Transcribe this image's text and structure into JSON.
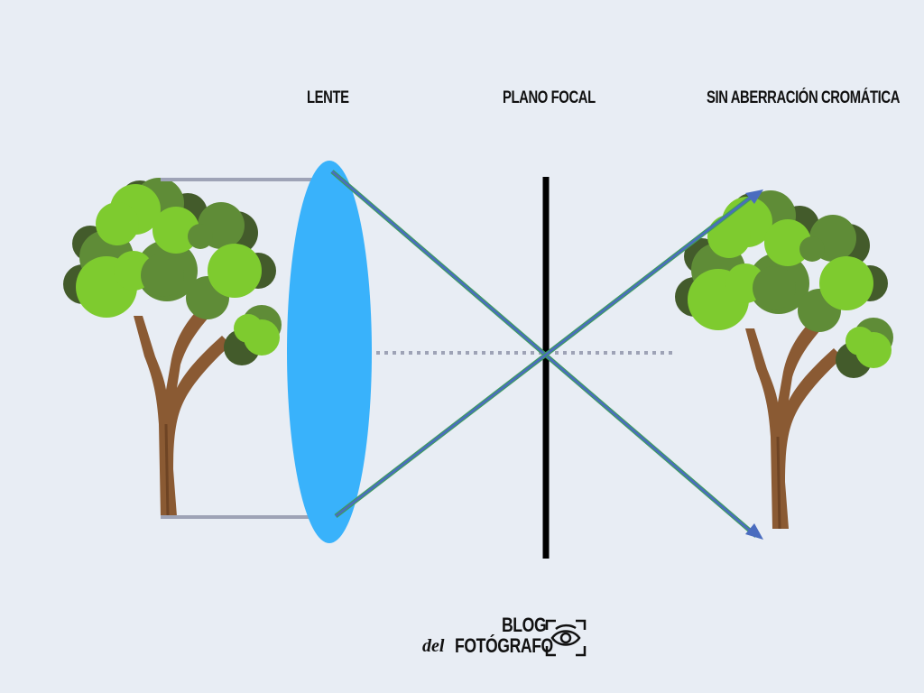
{
  "labels": {
    "lens": "LENTE",
    "focal_plane": "PLANO FOCAL",
    "result": "SIN ABERRACIÓN CROMÁTICA"
  },
  "logo": {
    "line1": "BLOG",
    "prefix": "del",
    "line2": "FOTÓGRAFO",
    "icon": "eye-in-frame-icon"
  },
  "colors": {
    "background": "#e8edf4",
    "lens": "#39b2fb",
    "ray_blue": "#4a6cbf",
    "ray_green": "#3f9a63",
    "incoming_ray": "#9ea3b6",
    "focal_plane": "#000000",
    "leaf_light": "#7ecb2f",
    "leaf_mid": "#5f8c37",
    "leaf_dark": "#435b2b",
    "trunk": "#8a5a33"
  }
}
